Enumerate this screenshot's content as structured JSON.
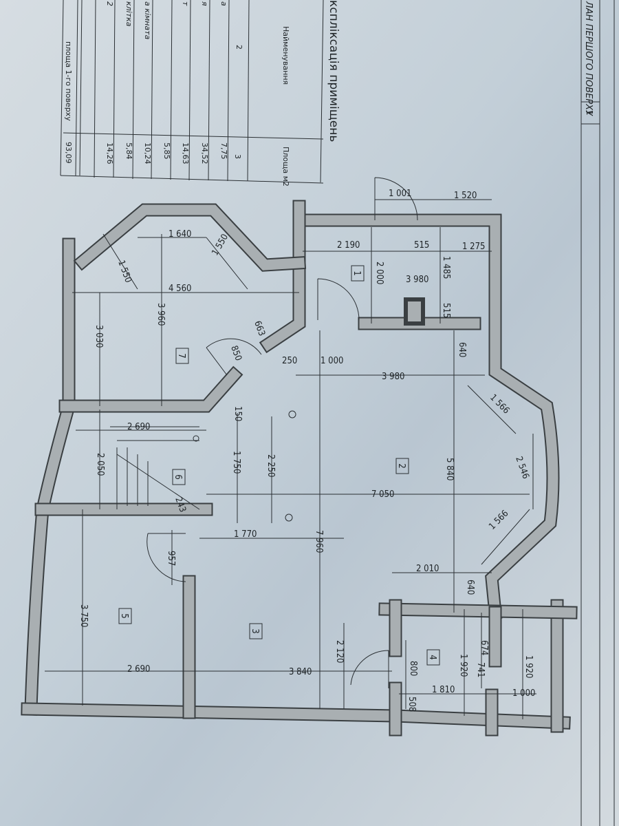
{
  "title_block": {
    "title": "ЛАН ПЕРШОГО ПОВЕРХУ",
    "sheet": "1"
  },
  "table": {
    "title": "кспліксація приміщень",
    "header_name": "Найменування",
    "header_area": "Площа м2",
    "col_num_name": "2",
    "col_num_area": "3",
    "rows": [
      {
        "name": "а",
        "area": "7,75"
      },
      {
        "name": "я",
        "area": "34,52"
      },
      {
        "name": "т",
        "area": "14,63"
      },
      {
        "name": "",
        "area": "5,85"
      },
      {
        "name": "а кімната",
        "area": "10,24"
      },
      {
        "name": "клітка",
        "area": "5,84"
      },
      {
        "name": "2",
        "area": "14,26"
      }
    ],
    "total_label": "площа 1-го поверху",
    "total_area": "93,09"
  },
  "rooms": [
    "1",
    "2",
    "3",
    "4",
    "5",
    "6",
    "7"
  ],
  "dims": [
    "1 001",
    "1 520",
    "2 190",
    "515",
    "1 275",
    "1 640",
    "4 560",
    "250",
    "1 000",
    "3 980",
    "3 980",
    "2 690",
    "7 050",
    "1 770",
    "2 010",
    "2 690",
    "3 840",
    "1 810",
    "1 000",
    "2 000",
    "1 485",
    "515",
    "640",
    "3 960",
    "3 030",
    "1 550",
    "1 550",
    "663",
    "850",
    "150",
    "1 750",
    "2 250",
    "5 840",
    "2 546",
    "1 566",
    "1 566",
    "2 050",
    "243",
    "957",
    "7 960",
    "3 750",
    "640",
    "674",
    "741",
    "1 920",
    "1 920",
    "800",
    "508",
    "2 120"
  ],
  "colors": {
    "paper": "#c9d3da",
    "wall": "#a9afb2",
    "line": "#2a2f33"
  }
}
